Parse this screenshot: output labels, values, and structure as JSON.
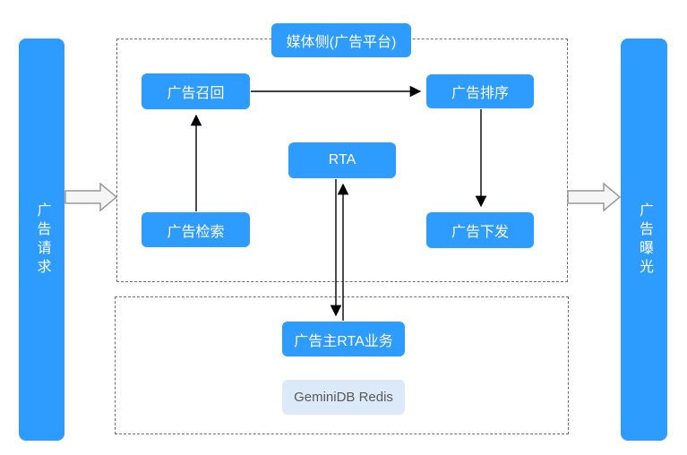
{
  "diagram": {
    "left_bar_label": "广告请求",
    "right_bar_label": "广告曝光",
    "media_panel": {
      "title": "媒体侧(广告平台)"
    },
    "nodes": {
      "recall": "广告召回",
      "ranking": "广告排序",
      "rta": "RTA",
      "retrieval": "广告检索",
      "delivery": "广告下发",
      "advertiser_rta": "广告主RTA业务",
      "geminidb": "GeminiDB Redis"
    },
    "edges": [
      {
        "from": "广告检索",
        "to": "广告召回",
        "direction": "up"
      },
      {
        "from": "广告召回",
        "to": "广告排序",
        "direction": "right"
      },
      {
        "from": "广告排序",
        "to": "广告下发",
        "direction": "down"
      },
      {
        "from": "RTA",
        "to": "广告主RTA业务",
        "direction": "down"
      },
      {
        "from": "广告主RTA业务",
        "to": "RTA",
        "direction": "up"
      },
      {
        "from": "广告请求",
        "to": "媒体侧(广告平台)",
        "direction": "right",
        "style": "hollow-block-arrow"
      },
      {
        "from": "媒体侧(广告平台)",
        "to": "广告曝光",
        "direction": "right",
        "style": "hollow-block-arrow"
      }
    ],
    "colors": {
      "primary_blue": "#2E9BFF",
      "node_text": "#FFFFFF",
      "light_box_bg": "#DCE9F8",
      "light_box_text": "#595959",
      "dashed_border": "#6E6E6E",
      "connector": "#000000",
      "flow_arrow_fill": "#F5F5F5",
      "flow_arrow_stroke": "#999999"
    }
  }
}
